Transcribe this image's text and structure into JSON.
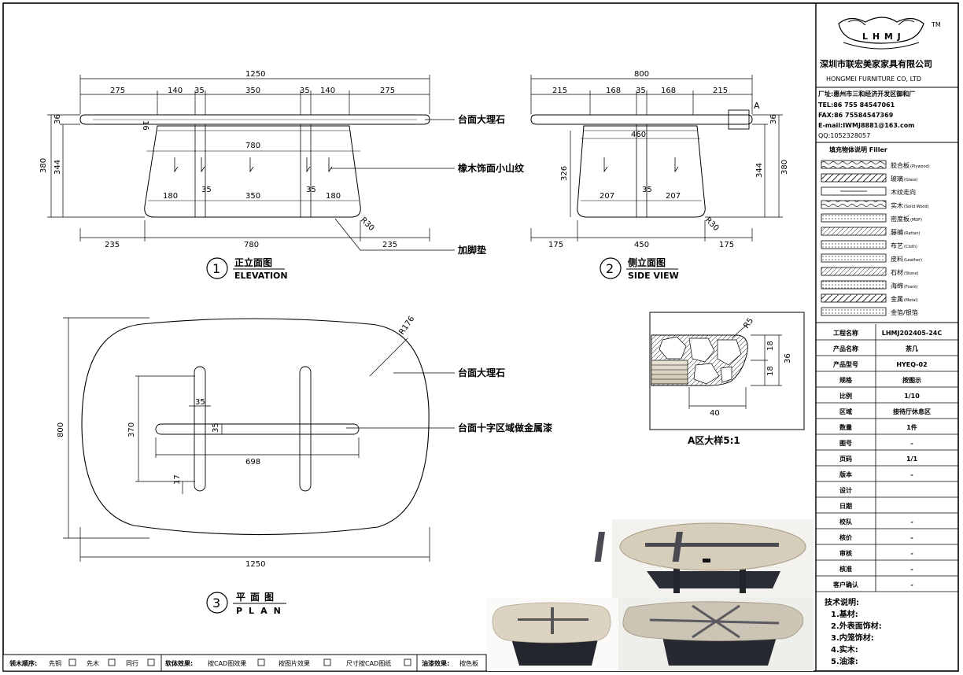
{
  "company": {
    "logo_text": "L H M J",
    "tm": "TM",
    "name_cn": "深圳市联宏美家家具有限公司",
    "name_en": "HONGMEI FURNITURE CO, LTD",
    "address": "厂址:惠州市三和经济开发区御和厂",
    "tel": "TEL:86 755 84547061",
    "fax": "FAX:86 75584547369",
    "email": "E-mail:IWMJ8881@163.com",
    "qq": "QQ:1052328057"
  },
  "legend": {
    "title": "填充物体说明 Filler",
    "items": [
      {
        "label": "胶合板",
        "en": "(Plywood)"
      },
      {
        "label": "玻璃",
        "en": "(Glass)"
      },
      {
        "label": "木纹走向",
        "en": ""
      },
      {
        "label": "实木",
        "en": "(Solid Wood)"
      },
      {
        "label": "密度板",
        "en": "(MDF)"
      },
      {
        "label": "藤编",
        "en": "(Rattan)"
      },
      {
        "label": "布艺",
        "en": "(Cloth)"
      },
      {
        "label": "皮料",
        "en": "(Leather)"
      },
      {
        "label": "石材",
        "en": "(Stone)"
      },
      {
        "label": "海绵",
        "en": "(Foam)"
      },
      {
        "label": "金属",
        "en": "(Metal)"
      },
      {
        "label": "金箔/银箔",
        "en": ""
      }
    ]
  },
  "info_rows": [
    {
      "k": "工程名称",
      "v": "LHMJ202405-24C"
    },
    {
      "k": "产品名称",
      "v": "茶几"
    },
    {
      "k": "产品型号",
      "v": "HYEQ-02"
    },
    {
      "k": "规格",
      "v": "按图示"
    },
    {
      "k": "比例",
      "v": "1/10"
    },
    {
      "k": "区域",
      "v": "接待厅休息区"
    },
    {
      "k": "数量",
      "v": "1件"
    },
    {
      "k": "图号",
      "v": "-"
    },
    {
      "k": "页码",
      "v": "1/1"
    },
    {
      "k": "版本",
      "v": "-"
    },
    {
      "k": "设计",
      "v": ""
    },
    {
      "k": "日期",
      "v": ""
    },
    {
      "k": "校队",
      "v": "-"
    },
    {
      "k": "核价",
      "v": "-"
    },
    {
      "k": "审核",
      "v": "-"
    },
    {
      "k": "核准",
      "v": "-"
    },
    {
      "k": "客户确认",
      "v": "-"
    }
  ],
  "tech": {
    "title": "技术说明:",
    "items": [
      "1.基材:",
      "2.外表面饰材:",
      "3.内笼饰材:",
      "4.实木:",
      "5.油漆:"
    ]
  },
  "bottom_bar": {
    "order_label": "领木顺序:",
    "order_items": [
      "先铜",
      "先木",
      "同行"
    ],
    "effect_label": "软体效果:",
    "effect_items": [
      "按CAD图效果",
      "按图片效果",
      "尺寸按CAD图纸"
    ],
    "paint_label": "油漆效果:",
    "paint_value": "按色板"
  },
  "elevation": {
    "num": "1",
    "title_cn": "正立面图",
    "title_en": "ELEVATION",
    "top_dims": [
      "1250",
      "275",
      "140",
      "35",
      "350",
      "35",
      "140",
      "275"
    ],
    "bottom_dims": [
      "235",
      "780",
      "235"
    ],
    "inner_dims": [
      "780",
      "180",
      "35",
      "350",
      "35",
      "180"
    ],
    "side_dims": [
      "380",
      "344",
      "36"
    ],
    "small_dims": [
      "16",
      "R30"
    ],
    "callouts": [
      "台面大理石",
      "橡木饰面小山纹",
      "加脚垫"
    ]
  },
  "side": {
    "num": "2",
    "title_cn": "侧立面图",
    "title_en": "SIDE VIEW",
    "top_dims": [
      "800",
      "215",
      "168",
      "35",
      "168",
      "215"
    ],
    "bottom_dims": [
      "175",
      "450",
      "175"
    ],
    "inner_dims": [
      "460",
      "207",
      "35",
      "207"
    ],
    "side_dims": [
      "326",
      "344",
      "380",
      "36"
    ],
    "small_dims": [
      "R30"
    ],
    "mark": "A"
  },
  "plan": {
    "num": "3",
    "title_cn": "平面图",
    "title_en": "PLAN",
    "dims": [
      "1250",
      "800",
      "370",
      "698",
      "35",
      "35",
      "17",
      "R176"
    ],
    "callouts": [
      "台面大理石",
      "台面十字区域做金属漆"
    ]
  },
  "detail": {
    "title": "A区大样5:1",
    "dims": [
      "R5",
      "18",
      "18",
      "36",
      "40"
    ]
  }
}
